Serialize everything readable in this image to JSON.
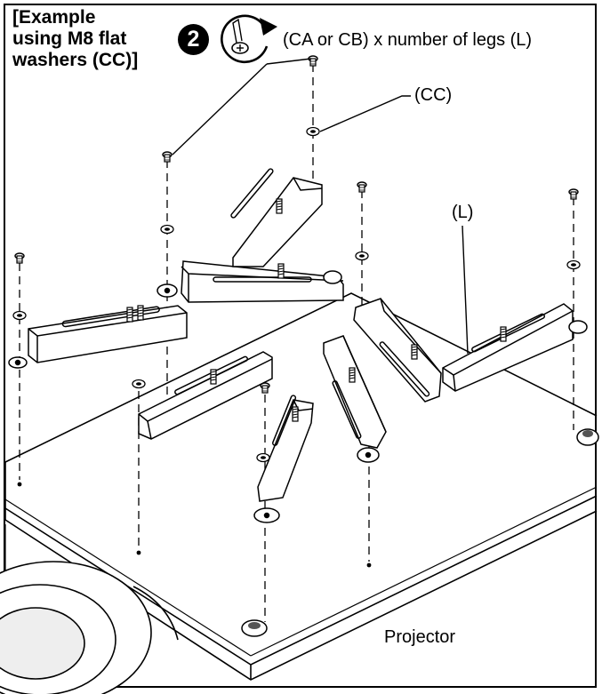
{
  "caption": {
    "line1": "[Example",
    "line2": "using M8 flat",
    "line3": "washers (CC)]"
  },
  "step": {
    "number": "2",
    "icon": "screw-tighten-icon",
    "text": "(CA or CB)  x number of legs (L)"
  },
  "labels": {
    "washer": "(CC)",
    "leg": "(L)",
    "projector": "Projector"
  },
  "colors": {
    "line": "#000000",
    "background": "#ffffff"
  }
}
